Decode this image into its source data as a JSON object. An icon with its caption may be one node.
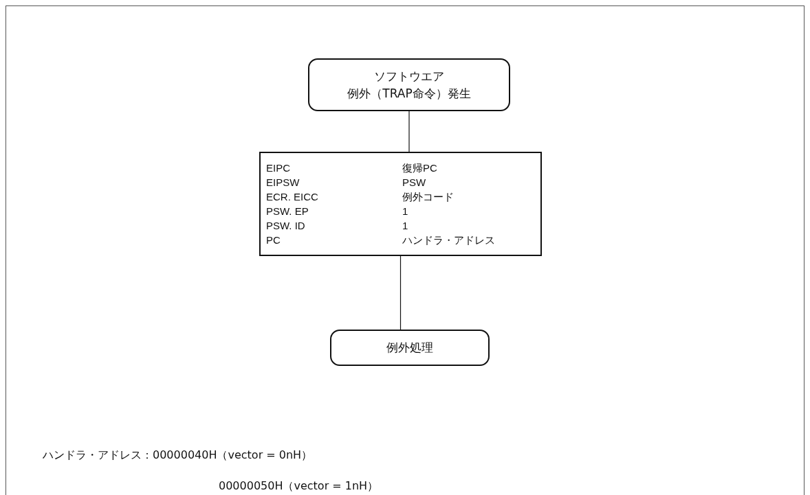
{
  "diagram": {
    "nodes": [
      {
        "text": [
          "ソフトウエア",
          "例外（TRAP命令）発生"
        ]
      },
      {
        "text": [
          "EIPC",
          "復帰PC",
          "EIPSW",
          "PSW",
          "ECR. EICC",
          "例外コード",
          "PSW. EP",
          "1",
          "PSW. ID",
          "1",
          "PC",
          "ハンドラ・アドレス"
        ]
      },
      {
        "text": [
          "例外処理"
        ]
      }
    ],
    "edges": [
      {
        "from": 0,
        "to": 1,
        "arrow": "none"
      },
      {
        "from": 1,
        "to": 2,
        "arrow": "none"
      }
    ],
    "labels": [
      "ハンドラ・アドレス：00000040H（vector = 0nH）",
      "00000050H（vector = 1nH）"
    ]
  }
}
